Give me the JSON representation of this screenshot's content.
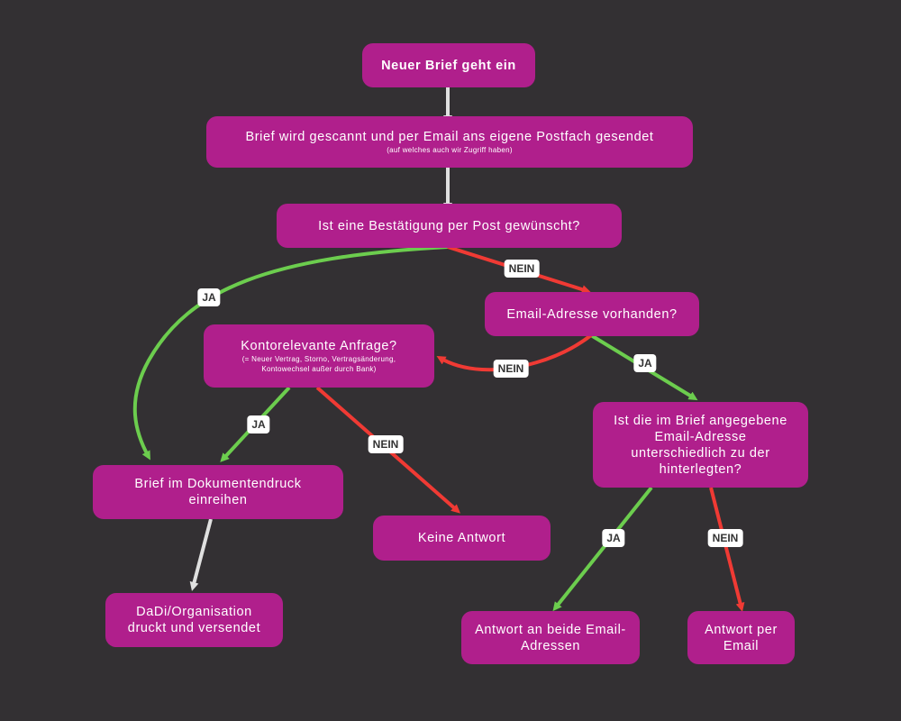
{
  "colors": {
    "background": "#333033",
    "node": "#b01f8c",
    "yes_edge": "#6ccd4e",
    "no_edge": "#f03a34",
    "neutral_edge": "#e0e0e0"
  },
  "nodes": {
    "start": "Neuer Brief geht ein",
    "scan": "Brief wird gescannt und per Email ans eigene Postfach gesendet",
    "scan_note": "(auf welches auch wir Zugriff haben)",
    "confirm_question": "Ist eine Bestätigung per Post gewünscht?",
    "email_question": "Email-Adresse vorhanden?",
    "account_question": "Kontorelevante Anfrage?",
    "account_note_1": "(= Neuer Vertrag, Storno, Vertragsänderung,",
    "account_note_2": "Kontowechsel außer durch Bank)",
    "doc_print_1": "Brief im Dokumentendruck",
    "doc_print_2": "einreihen",
    "dadi_1": "DaDi/Organisation",
    "dadi_2": "druckt und versendet",
    "no_answer": "Keine Antwort",
    "diff_email_1": "Ist die im Brief angegebene",
    "diff_email_2": "Email-Adresse",
    "diff_email_3": "unterschiedlich zu der",
    "diff_email_4": "hinterlegten?",
    "both_emails_1": "Antwort an beide Email-",
    "both_emails_2": "Adressen",
    "email_answer_1": "Antwort per",
    "email_answer_2": "Email"
  },
  "labels": {
    "yes": "JA",
    "no": "NEIN"
  }
}
